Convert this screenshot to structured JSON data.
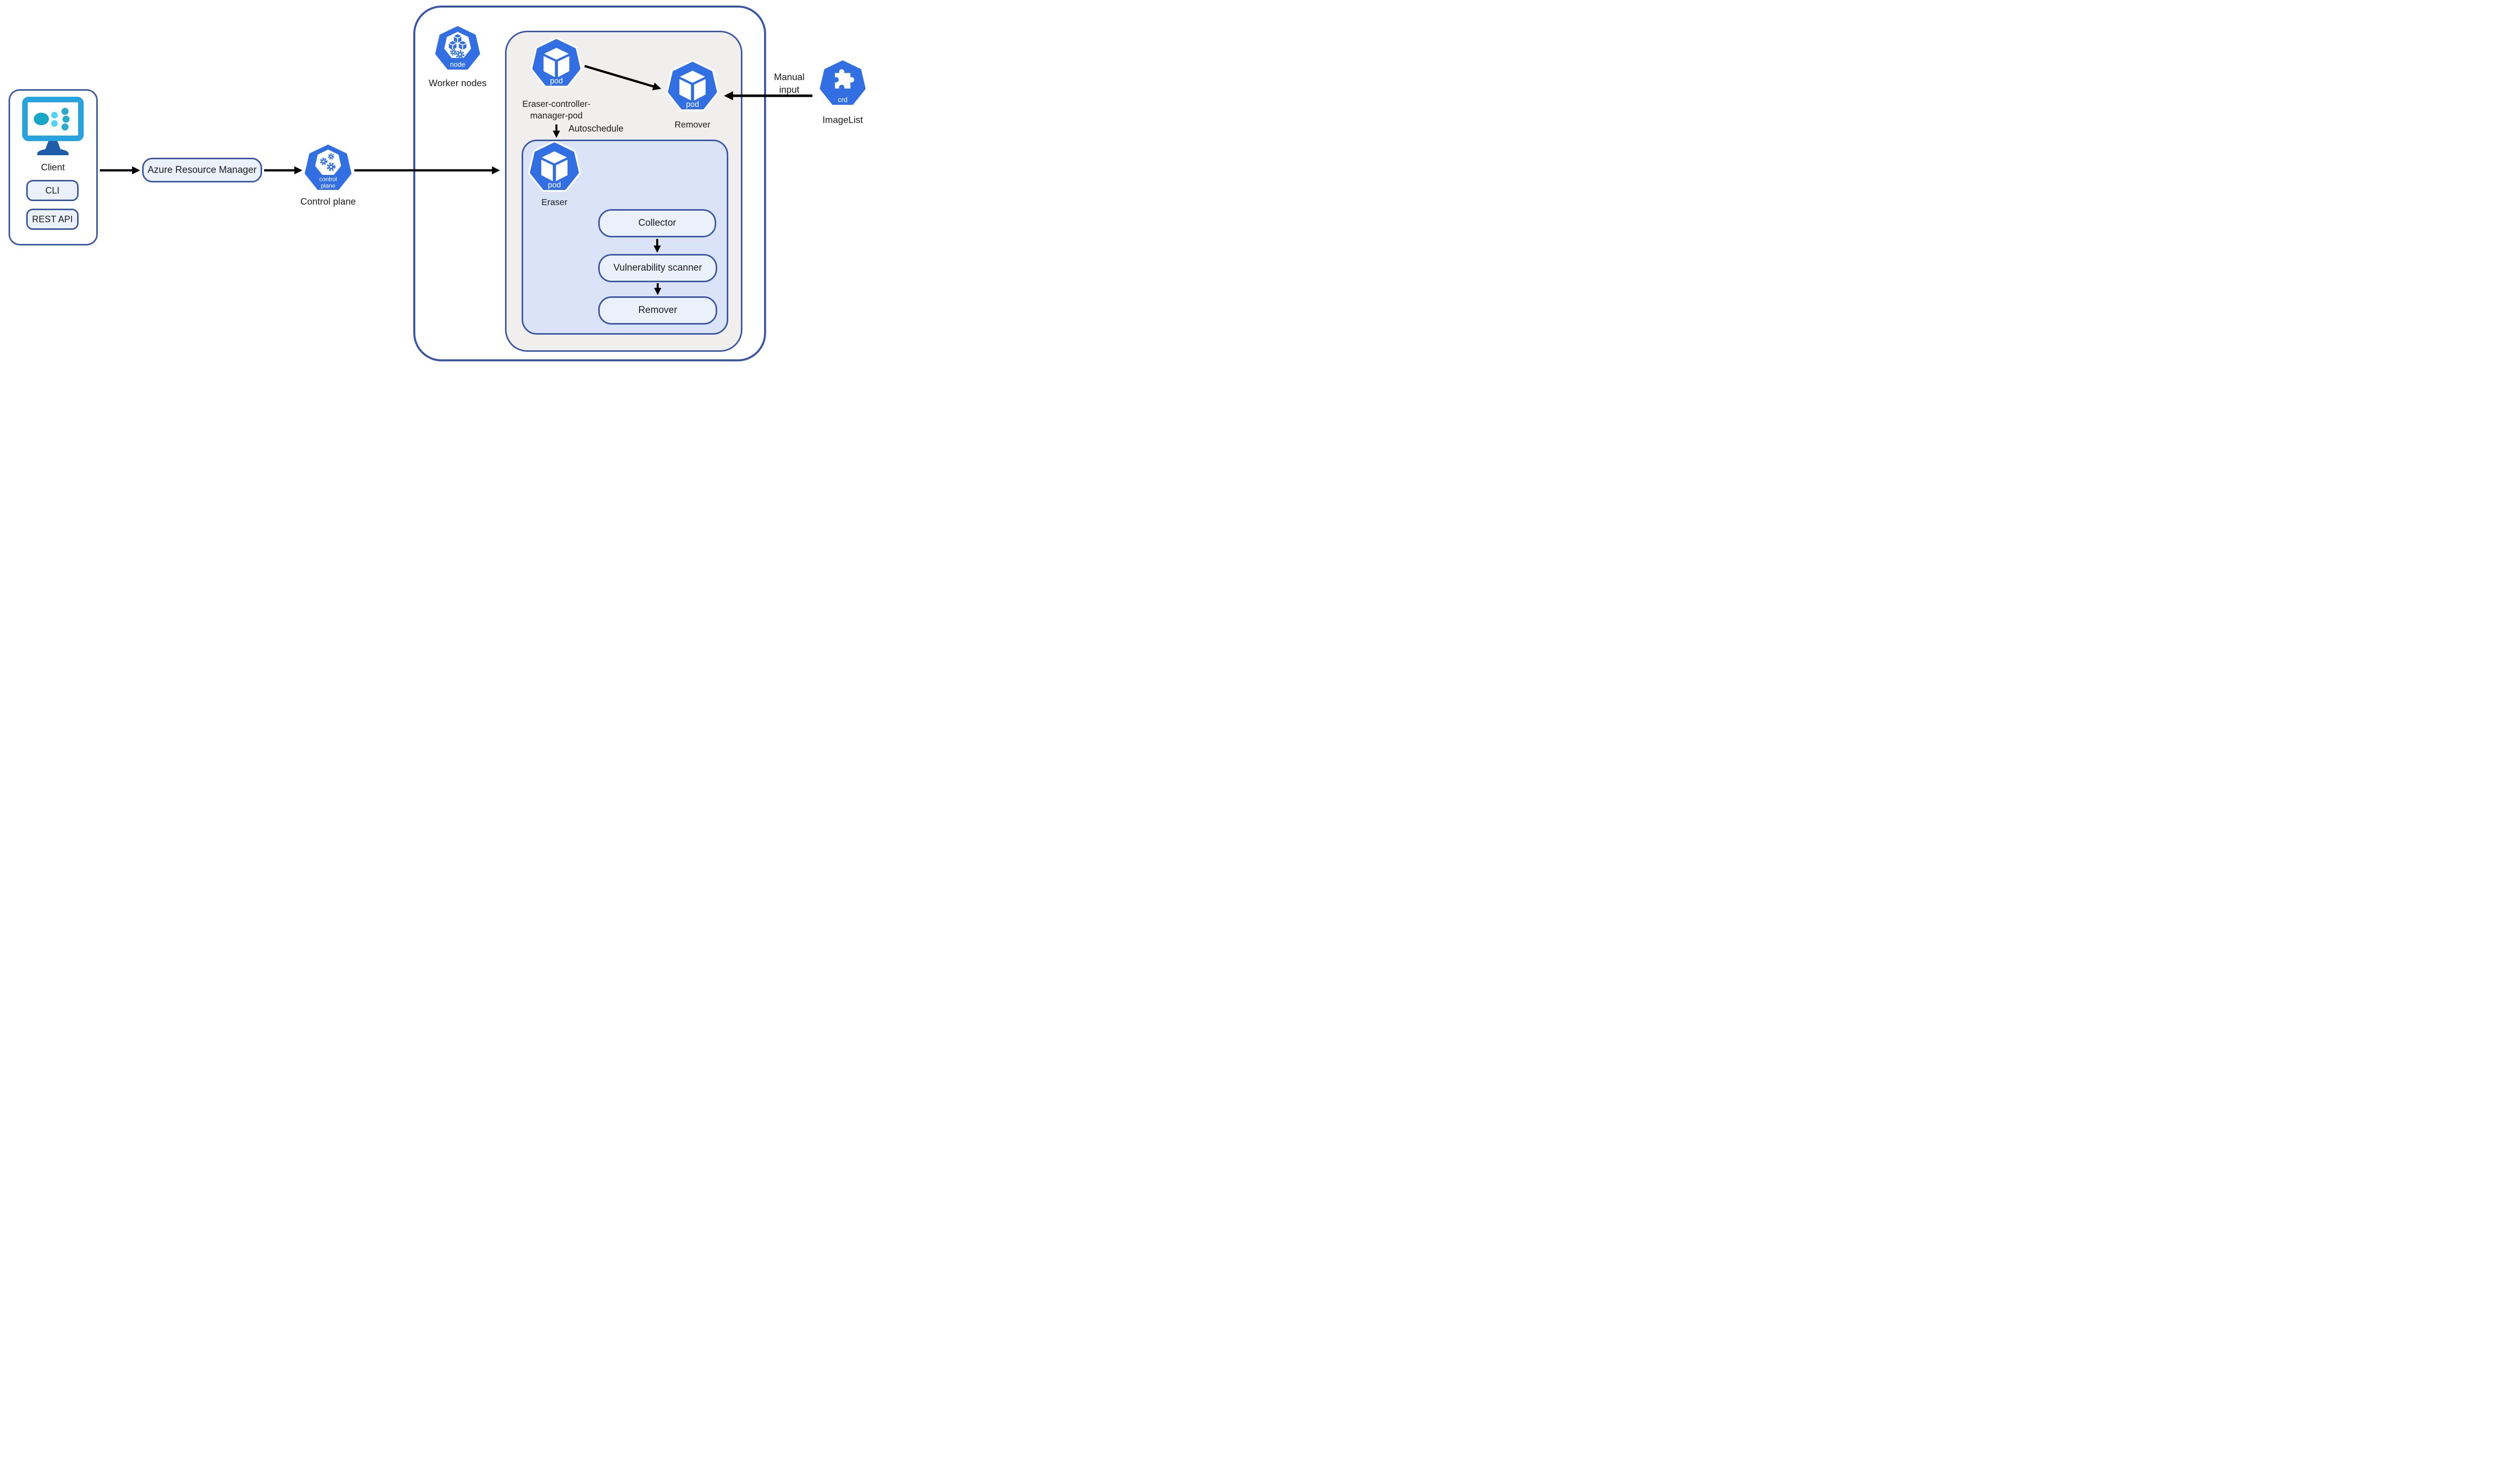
{
  "title": "Eraser image cleaning architecture diagram",
  "colors": {
    "kubernetes_blue": "#326fe2",
    "border_indigo": "#3a56a7",
    "pill_fill": "#ebf1fb",
    "inner_box_fill": "#dbe3f8",
    "gray_box_fill": "#f0efee",
    "arrow_black": "#000000",
    "monitor_azure": "#27a4e0",
    "monitor_stand": "#1f5cab",
    "dot_teal_large": "#18a7c9",
    "dot_cyan": "#4ed4f6",
    "dot_teal_small": "#2aabcd"
  },
  "icons": {
    "pod_text": "pod",
    "node_text": "node",
    "control_plane_line1": "control",
    "control_plane_line2": "plane",
    "crd_text": "crd"
  },
  "client": {
    "label": "Client",
    "cli_label": "CLI",
    "rest_api_label": "REST API"
  },
  "azure_resource_manager": {
    "label": "Azure Resource Manager"
  },
  "control_plane": {
    "label": "Control plane"
  },
  "cluster": {
    "worker_nodes_label": "Worker nodes",
    "controller_pod_label_line1": "Eraser-controller-",
    "controller_pod_label_line2": "manager-pod",
    "autoschedule_label": "Autoschedule",
    "remover_pod_label": "Remover",
    "eraser_pod_label": "Eraser",
    "pipeline_steps": [
      "Collector",
      "Vulnerability scanner",
      "Remover"
    ]
  },
  "manual_input": {
    "line1": "Manual",
    "line2": "input"
  },
  "imagelist": {
    "label": "ImageList"
  }
}
